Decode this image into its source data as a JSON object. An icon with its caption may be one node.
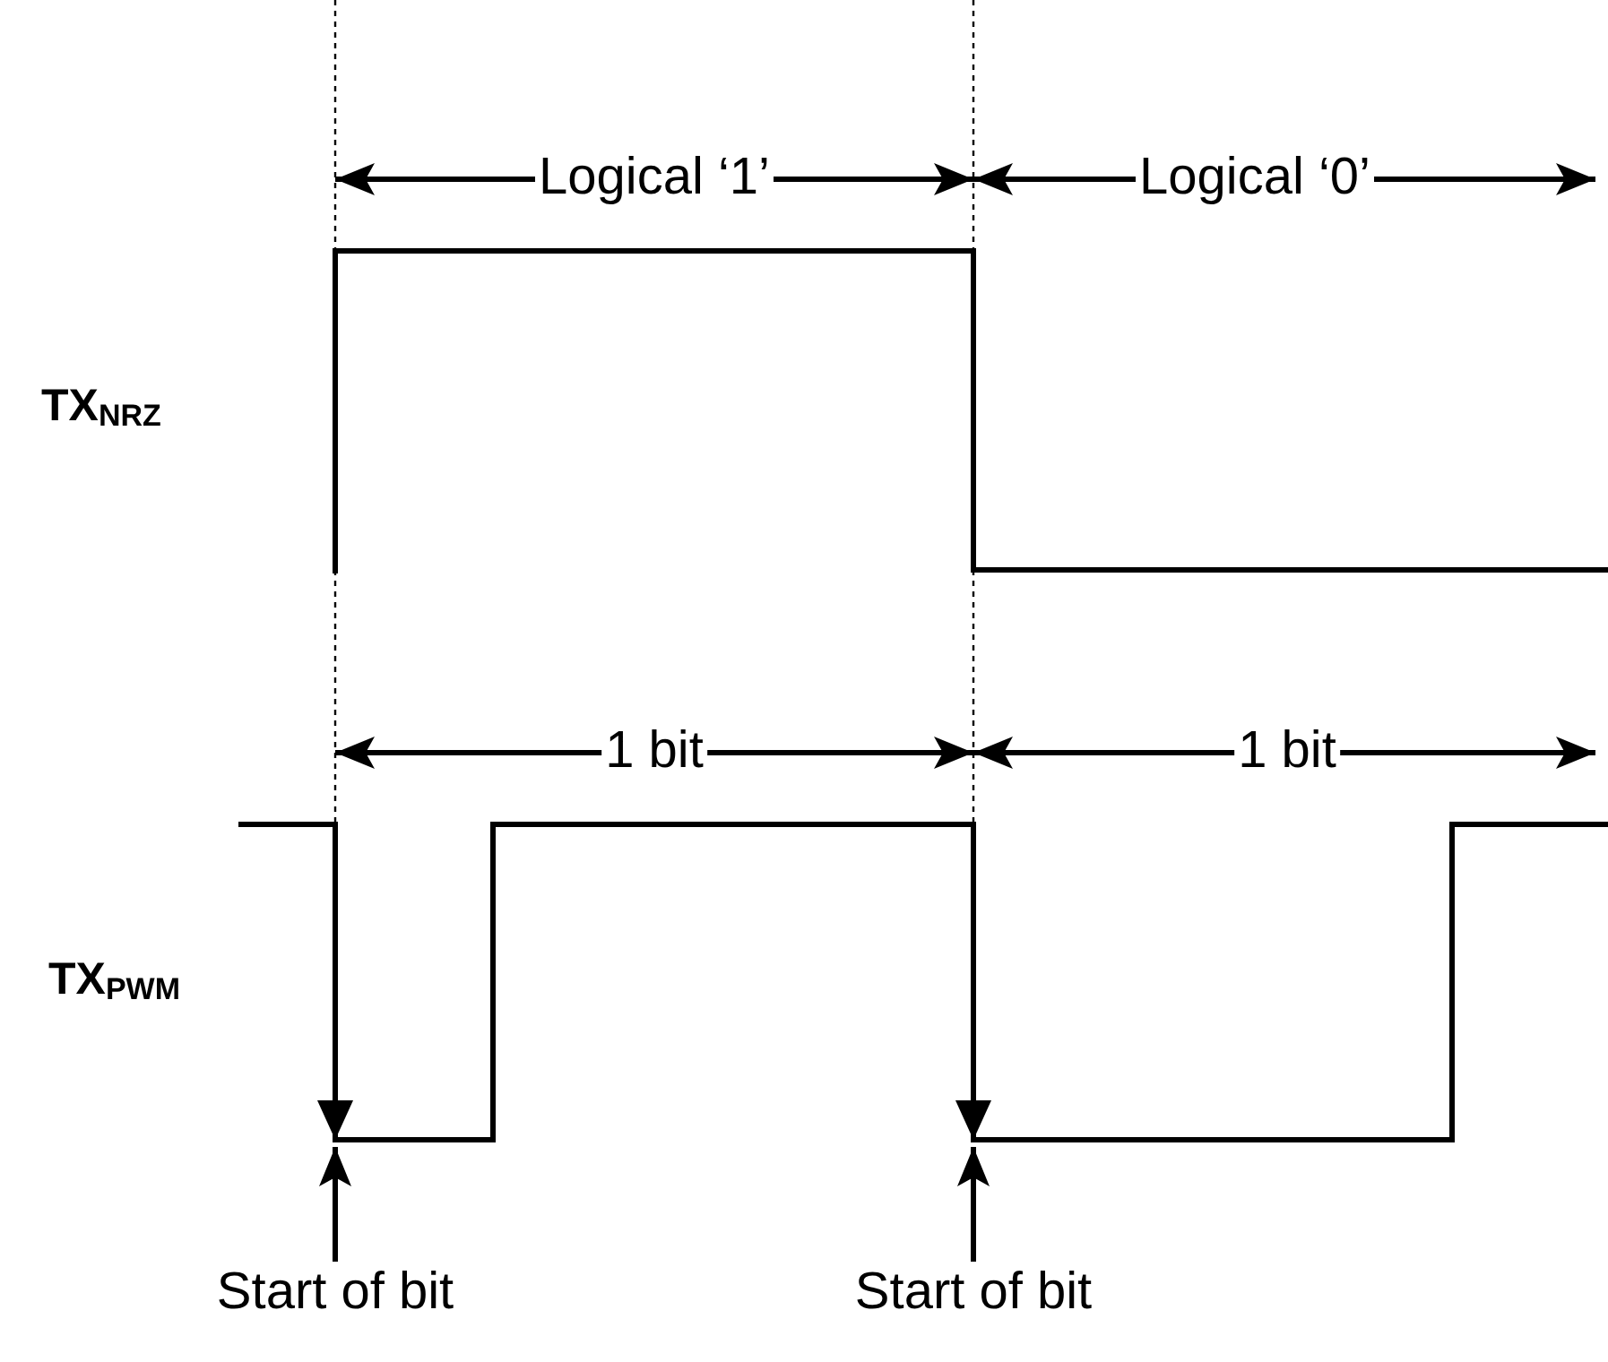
{
  "diagram": {
    "nodes": [
      {
        "text": [
          "Start of bit"
        ]
      },
      {
        "text": [
          "Start of bit"
        ]
      }
    ],
    "edges": [
      {
        "from": 0,
        "to": null,
        "arrow": "to"
      },
      {
        "from": 1,
        "to": null,
        "arrow": "to"
      }
    ],
    "labels": [
      "Logical ‘1’",
      "Logical ‘0’",
      "TX$_{NRZ}$",
      "1 bit",
      "1 bit",
      "TX$_{PWM}$"
    ]
  }
}
